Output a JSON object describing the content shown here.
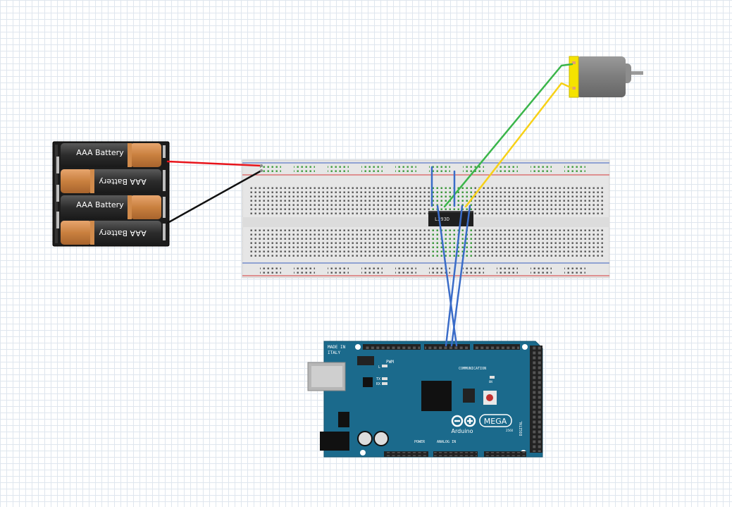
{
  "battery_pack": {
    "cells": [
      {
        "label": "AAA Battery",
        "flipped": false
      },
      {
        "label": "AAA Battery",
        "flipped": true
      },
      {
        "label": "AAA Battery",
        "flipped": false
      },
      {
        "label": "AAA Battery",
        "flipped": true
      }
    ]
  },
  "chip": {
    "label": "L293D"
  },
  "arduino": {
    "made_in": "MADE IN",
    "italy": "ITALY",
    "brand": "Arduino",
    "model": "MEGA",
    "pwm": "PWM",
    "communication": "COMMUNICATION",
    "power": "POWER",
    "analog_in": "ANALOG IN",
    "digital": "DIGITAL",
    "led_l": "L",
    "led_tx": "TX",
    "led_rx": "RX",
    "on": "ON",
    "year": "2560"
  },
  "colors": {
    "wire_red": "#e8141b",
    "wire_black": "#111111",
    "wire_green": "#3ab54a",
    "wire_yellow": "#f7d117",
    "wire_blue": "#3a6cc8",
    "board_teal": "#1b6a8c",
    "breadboard": "#e9e9e9"
  }
}
